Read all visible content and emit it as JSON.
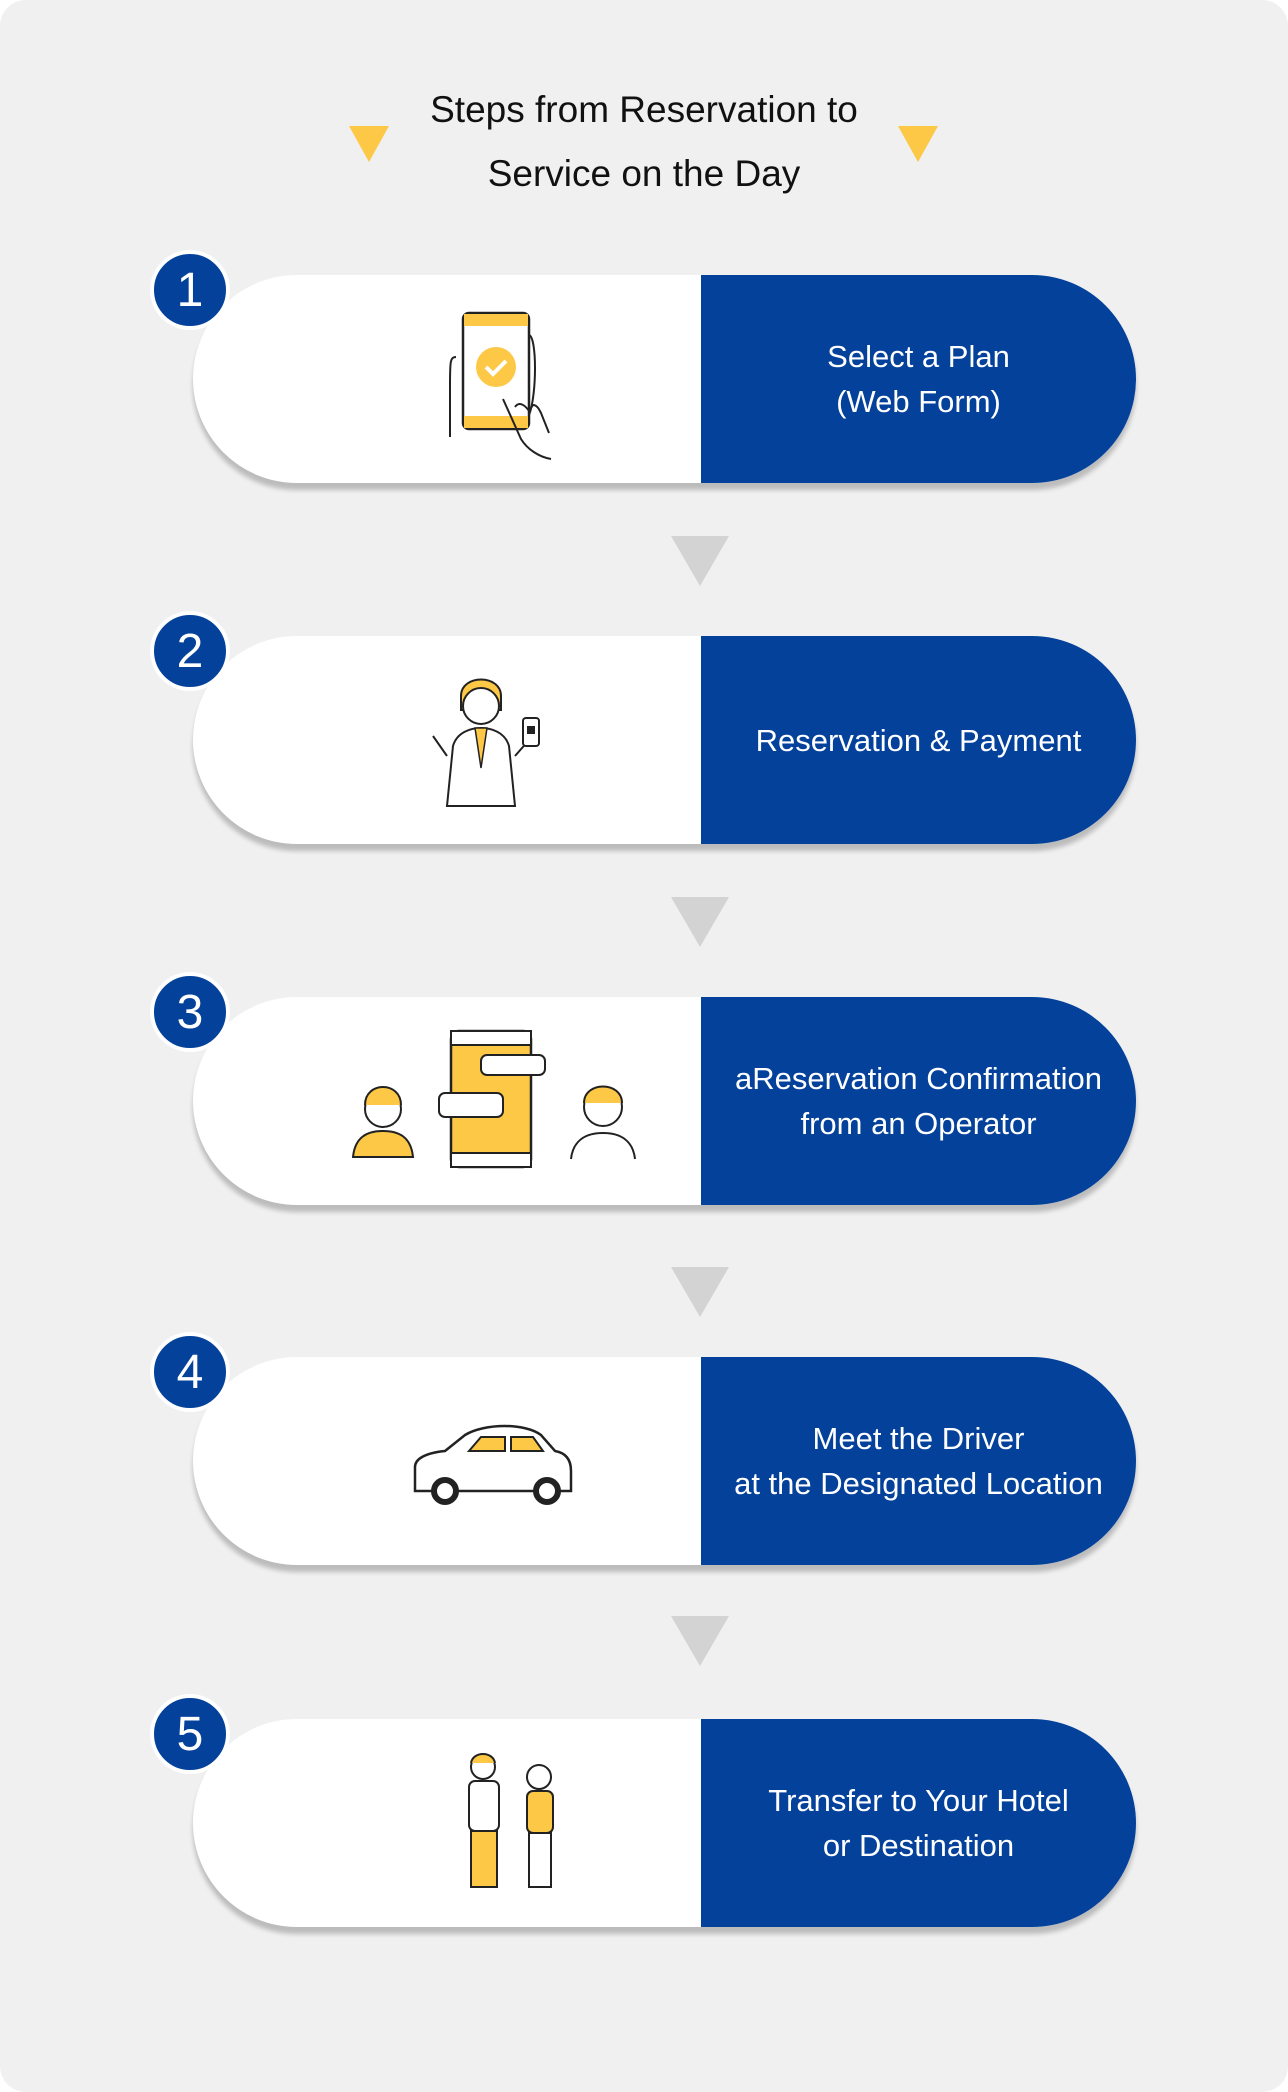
{
  "title": {
    "line1": "Steps from Reservation to",
    "line2": "Service on the Day"
  },
  "colors": {
    "brand_blue": "#04419b",
    "accent_yellow": "#fcc846",
    "arrow_gray": "#d3d3d3"
  },
  "steps": [
    {
      "number": "1",
      "line1": "Select a Plan",
      "line2": "(Web Form)",
      "icon": "smartphone-check-icon"
    },
    {
      "number": "2",
      "line1": "Reservation & Payment",
      "line2": "",
      "icon": "staff-with-phone-icon"
    },
    {
      "number": "3",
      "line1": "aReservation Confirmation",
      "line2": "from an Operator",
      "icon": "operator-chat-icon"
    },
    {
      "number": "4",
      "line1": "Meet the Driver",
      "line2": "at the Designated Location",
      "icon": "car-icon"
    },
    {
      "number": "5",
      "line1": "Transfer to Your Hotel",
      "line2": "or Destination",
      "icon": "travelers-icon"
    }
  ]
}
